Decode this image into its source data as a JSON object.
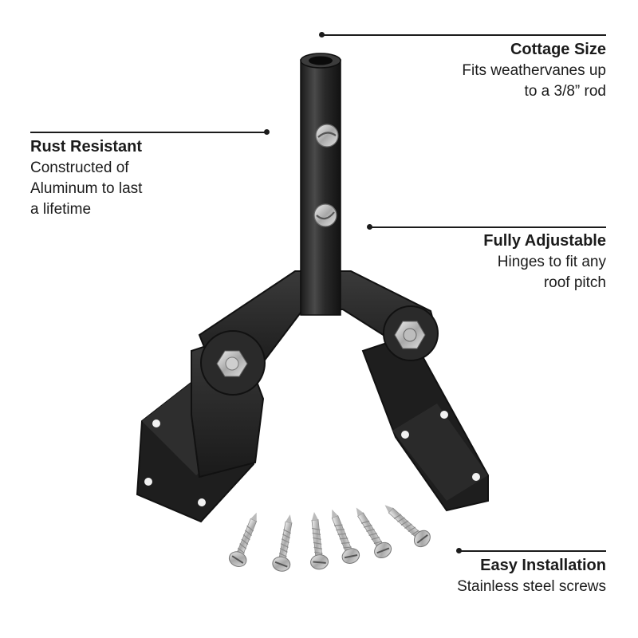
{
  "colors": {
    "text": "#1b1b1b",
    "product": "#262626",
    "steel": "#c8c8c8"
  },
  "features": {
    "cottage_size": {
      "title": "Cottage Size",
      "lines": [
        "Fits weathervanes up",
        "to a 3/8” rod"
      ]
    },
    "rust_resistant": {
      "title": "Rust Resistant",
      "lines": [
        "Constructed of",
        "Aluminum to last",
        "a lifetime"
      ]
    },
    "fully_adjustable": {
      "title": "Fully Adjustable",
      "lines": [
        "Hinges to fit any",
        "roof pitch"
      ]
    },
    "easy_installation": {
      "title": "Easy Installation",
      "lines": [
        "Stainless steel screws"
      ]
    }
  }
}
